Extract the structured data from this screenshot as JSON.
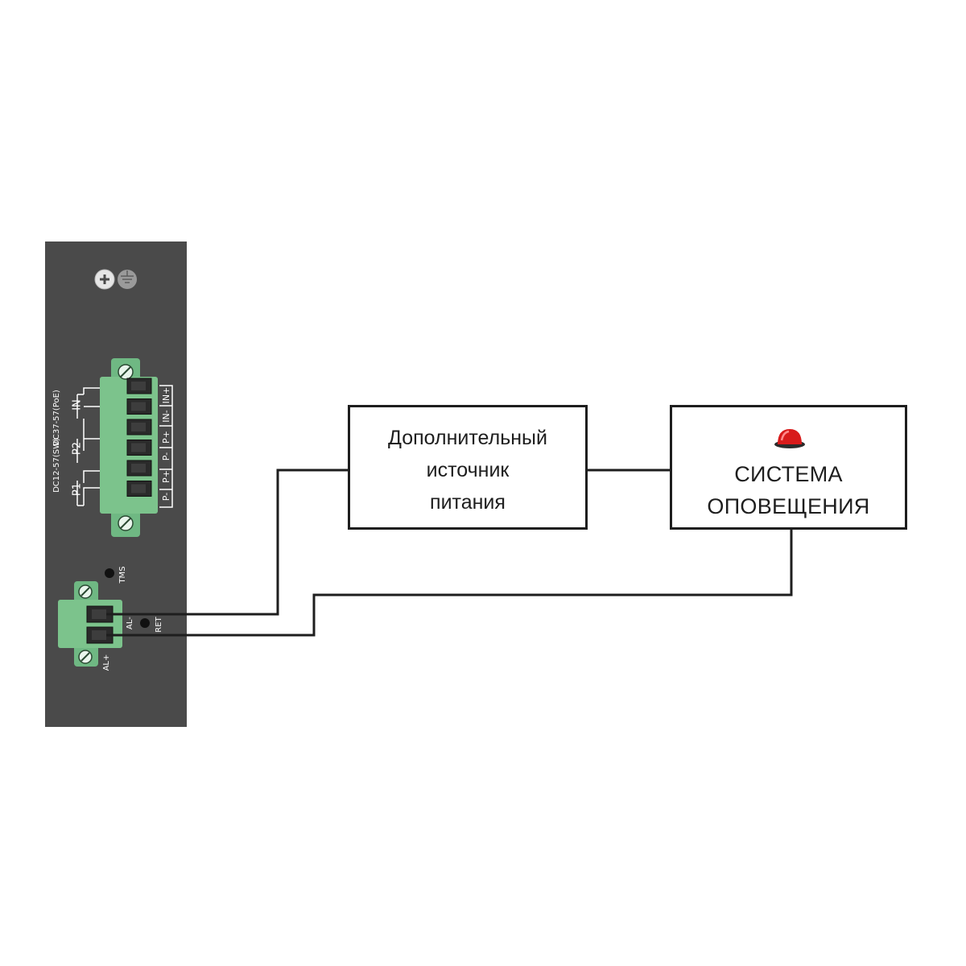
{
  "device": {
    "power_input_labels": [
      "DC12-57(SW)",
      "DC37-57(PoE)"
    ],
    "power_groups": [
      "P1",
      "P2",
      "IN"
    ],
    "terminal_pins": [
      "P-",
      "P+",
      "P-",
      "P+",
      "IN-",
      "IN+"
    ],
    "alarm_pins": [
      "AL-",
      "AL+"
    ],
    "leds": [
      "TMS",
      "RET"
    ]
  },
  "power_supply": {
    "lines": [
      "Дополнительный",
      "источник",
      "питания"
    ]
  },
  "alarm_system": {
    "lines": [
      "СИСТЕМА",
      "ОПОВЕЩЕНИЯ"
    ],
    "icon": "red-beacon-icon"
  },
  "colors": {
    "panel": "#4a4a4a",
    "connector": "#7cc38c",
    "wire": "#1e1e1e",
    "beacon": "#d81b1b"
  }
}
